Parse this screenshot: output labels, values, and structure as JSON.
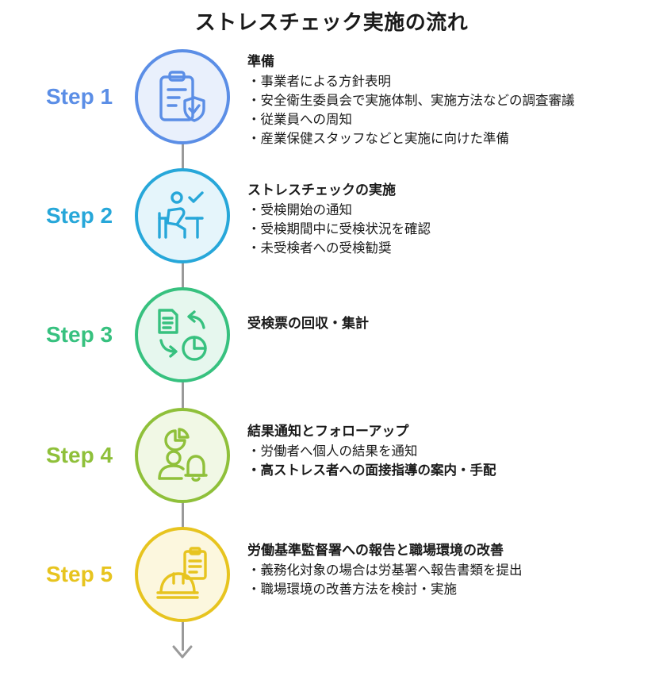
{
  "title": "ストレスチェック実施の流れ",
  "steps": [
    {
      "label": "Step 1",
      "color": "#5b8ee6",
      "fill": "#e9f0fc",
      "icon": "clipboard-shield-icon",
      "heading": "準備",
      "items": [
        "・事業者による方針表明",
        "・安全衛生委員会で実施体制、実施方法などの調査審議",
        "・従業員への周知",
        "・産業保健スタッフなどと実施に向けた準備"
      ]
    },
    {
      "label": "Step 2",
      "color": "#27a7d9",
      "fill": "#e5f5fb",
      "icon": "person-desk-check-icon",
      "heading": "ストレスチェックの実施",
      "items": [
        "・受検開始の通知",
        "・受検期間中に受検状況を確認",
        "・未受検者への受検勧奨"
      ]
    },
    {
      "label": "Step 3",
      "color": "#37c17f",
      "fill": "#e6f7ee",
      "icon": "document-exchange-chart-icon",
      "heading": "受検票の回収・集計",
      "items": []
    },
    {
      "label": "Step 4",
      "color": "#8fc03a",
      "fill": "#f1f8e5",
      "icon": "person-chart-bell-icon",
      "heading": "結果通知とフォローアップ",
      "items": [
        "・労働者へ個人の結果を通知",
        "・高ストレス者への面接指導の案内・手配"
      ]
    },
    {
      "label": "Step 5",
      "color": "#e7c41f",
      "fill": "#fcf7de",
      "icon": "hardhat-checklist-icon",
      "heading": "労働基準監督署への報告と職場環境の改善",
      "items": [
        "・義務化対象の場合は労基署へ報告書類を提出",
        "・職場環境の改善方法を検討・実施"
      ]
    }
  ]
}
